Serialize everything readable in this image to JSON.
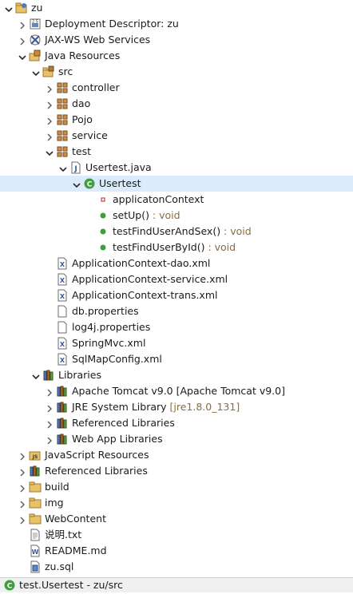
{
  "project_explorer": {
    "items": [
      {
        "label": "zu",
        "kind": "project",
        "depth": 0,
        "twisty": "expanded"
      },
      {
        "label": "Deployment Descriptor: zu",
        "kind": "deploy",
        "depth": 1,
        "twisty": "collapsed"
      },
      {
        "label": "JAX-WS Web Services",
        "kind": "jaxws",
        "depth": 1,
        "twisty": "collapsed"
      },
      {
        "label": "Java Resources",
        "kind": "javares",
        "depth": 1,
        "twisty": "expanded"
      },
      {
        "label": "src",
        "kind": "srcfolder",
        "depth": 2,
        "twisty": "expanded"
      },
      {
        "label": "controller",
        "kind": "package",
        "depth": 3,
        "twisty": "collapsed"
      },
      {
        "label": "dao",
        "kind": "package",
        "depth": 3,
        "twisty": "collapsed"
      },
      {
        "label": "Pojo",
        "kind": "package",
        "depth": 3,
        "twisty": "collapsed"
      },
      {
        "label": "service",
        "kind": "package",
        "depth": 3,
        "twisty": "collapsed"
      },
      {
        "label": "test",
        "kind": "package",
        "depth": 3,
        "twisty": "expanded"
      },
      {
        "label": "Usertest.java",
        "kind": "javafile",
        "depth": 4,
        "twisty": "expanded"
      },
      {
        "label": "Usertest",
        "kind": "class",
        "depth": 5,
        "twisty": "expanded",
        "selected": true
      },
      {
        "label": "applicatonContext",
        "kind": "field",
        "depth": 6,
        "twisty": "none"
      },
      {
        "label": "setUp()",
        "decoration": " : void",
        "kind": "method",
        "depth": 6,
        "twisty": "none"
      },
      {
        "label": "testFindUserAndSex()",
        "decoration": " : void",
        "kind": "method",
        "depth": 6,
        "twisty": "none"
      },
      {
        "label": "testFindUserById()",
        "decoration": " : void",
        "kind": "method",
        "depth": 6,
        "twisty": "none"
      },
      {
        "label": "ApplicationContext-dao.xml",
        "kind": "xml",
        "depth": 3,
        "twisty": "none"
      },
      {
        "label": "ApplicationContext-service.xml",
        "kind": "xml",
        "depth": 3,
        "twisty": "none"
      },
      {
        "label": "ApplicationContext-trans.xml",
        "kind": "xml",
        "depth": 3,
        "twisty": "none"
      },
      {
        "label": "db.properties",
        "kind": "file",
        "depth": 3,
        "twisty": "none"
      },
      {
        "label": "log4j.properties",
        "kind": "file",
        "depth": 3,
        "twisty": "none"
      },
      {
        "label": "SpringMvc.xml",
        "kind": "xml",
        "depth": 3,
        "twisty": "none"
      },
      {
        "label": "SqlMapConfig.xml",
        "kind": "xml",
        "depth": 3,
        "twisty": "none"
      },
      {
        "label": "Libraries",
        "kind": "library",
        "depth": 2,
        "twisty": "expanded"
      },
      {
        "label": "Apache Tomcat v9.0 [Apache Tomcat v9.0]",
        "kind": "library",
        "depth": 3,
        "twisty": "collapsed"
      },
      {
        "label": "JRE System Library",
        "decoration": " [jre1.8.0_131]",
        "kind": "library",
        "depth": 3,
        "twisty": "collapsed"
      },
      {
        "label": "Referenced Libraries",
        "kind": "library",
        "depth": 3,
        "twisty": "collapsed"
      },
      {
        "label": "Web App Libraries",
        "kind": "library",
        "depth": 3,
        "twisty": "collapsed"
      },
      {
        "label": "JavaScript Resources",
        "kind": "jsres",
        "depth": 1,
        "twisty": "collapsed"
      },
      {
        "label": "Referenced Libraries",
        "kind": "library",
        "depth": 1,
        "twisty": "collapsed"
      },
      {
        "label": "build",
        "kind": "folder",
        "depth": 1,
        "twisty": "collapsed"
      },
      {
        "label": "img",
        "kind": "folder",
        "depth": 1,
        "twisty": "collapsed"
      },
      {
        "label": "WebContent",
        "kind": "folder",
        "depth": 1,
        "twisty": "collapsed"
      },
      {
        "label": "说明.txt",
        "kind": "txt",
        "depth": 1,
        "twisty": "none"
      },
      {
        "label": "README.md",
        "kind": "md",
        "depth": 1,
        "twisty": "none"
      },
      {
        "label": "zu.sql",
        "kind": "sql",
        "depth": 1,
        "twisty": "none"
      }
    ]
  },
  "status_bar": {
    "text": "test.Usertest - zu/src",
    "icon": "class-icon"
  },
  "colors": {
    "selection": "#dcebfb",
    "decoration": "#8a6d3b",
    "method_green": "#3f9f3f",
    "package_brown": "#b07a3a"
  }
}
